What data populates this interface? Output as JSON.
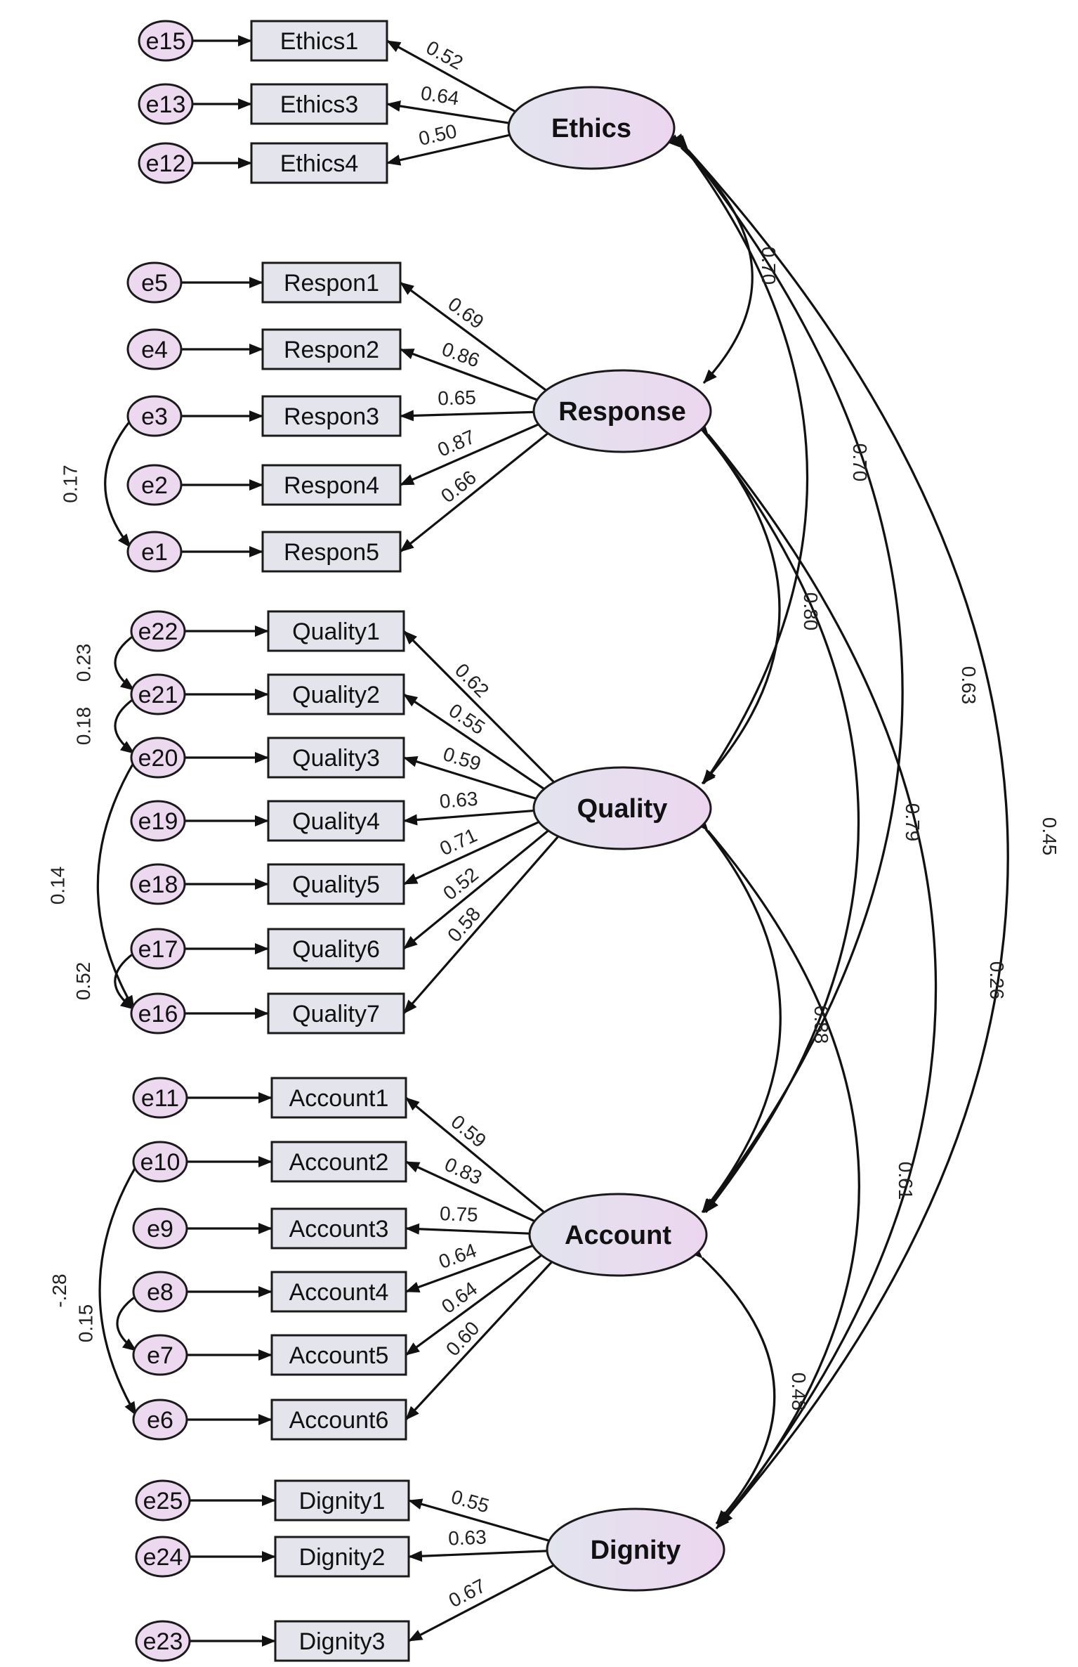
{
  "latents": [
    {
      "id": "Ethics",
      "label": "Ethics"
    },
    {
      "id": "Response",
      "label": "Response"
    },
    {
      "id": "Quality",
      "label": "Quality"
    },
    {
      "id": "Account",
      "label": "Account"
    },
    {
      "id": "Dignity",
      "label": "Dignity"
    }
  ],
  "indicators": [
    {
      "label": "Ethics1",
      "error": "e15",
      "factor": "Ethics",
      "loading": "0.52"
    },
    {
      "label": "Ethics3",
      "error": "e13",
      "factor": "Ethics",
      "loading": "0.64"
    },
    {
      "label": "Ethics4",
      "error": "e12",
      "factor": "Ethics",
      "loading": "0.50"
    },
    {
      "label": "Respon1",
      "error": "e5",
      "factor": "Response",
      "loading": "0.69"
    },
    {
      "label": "Respon2",
      "error": "e4",
      "factor": "Response",
      "loading": "0.86"
    },
    {
      "label": "Respon3",
      "error": "e3",
      "factor": "Response",
      "loading": "0.65"
    },
    {
      "label": "Respon4",
      "error": "e2",
      "factor": "Response",
      "loading": "0.87"
    },
    {
      "label": "Respon5",
      "error": "e1",
      "factor": "Response",
      "loading": "0.66"
    },
    {
      "label": "Quality1",
      "error": "e22",
      "factor": "Quality",
      "loading": "0.62"
    },
    {
      "label": "Quality2",
      "error": "e21",
      "factor": "Quality",
      "loading": "0.55"
    },
    {
      "label": "Quality3",
      "error": "e20",
      "factor": "Quality",
      "loading": "0.59"
    },
    {
      "label": "Quality4",
      "error": "e19",
      "factor": "Quality",
      "loading": "0.63"
    },
    {
      "label": "Quality5",
      "error": "e18",
      "factor": "Quality",
      "loading": "0.71"
    },
    {
      "label": "Quality6",
      "error": "e17",
      "factor": "Quality",
      "loading": "0.52"
    },
    {
      "label": "Quality7",
      "error": "e16",
      "factor": "Quality",
      "loading": "0.58"
    },
    {
      "label": "Account1",
      "error": "e11",
      "factor": "Account",
      "loading": "0.59"
    },
    {
      "label": "Account2",
      "error": "e10",
      "factor": "Account",
      "loading": "0.83"
    },
    {
      "label": "Account3",
      "error": "e9",
      "factor": "Account",
      "loading": "0.75"
    },
    {
      "label": "Account4",
      "error": "e8",
      "factor": "Account",
      "loading": "0.64"
    },
    {
      "label": "Account5",
      "error": "e7",
      "factor": "Account",
      "loading": "0.64"
    },
    {
      "label": "Account6",
      "error": "e6",
      "factor": "Account",
      "loading": "0.60"
    },
    {
      "label": "Dignity1",
      "error": "e25",
      "factor": "Dignity",
      "loading": "0.55"
    },
    {
      "label": "Dignity2",
      "error": "e24",
      "factor": "Dignity",
      "loading": "0.63"
    },
    {
      "label": "Dignity3",
      "error": "e23",
      "factor": "Dignity",
      "loading": "0.67"
    }
  ],
  "latent_covariances": [
    {
      "from": "Ethics",
      "to": "Response",
      "value": "0.70"
    },
    {
      "from": "Ethics",
      "to": "Quality",
      "value": "0.70"
    },
    {
      "from": "Ethics",
      "to": "Account",
      "value": "0.63"
    },
    {
      "from": "Ethics",
      "to": "Dignity",
      "value": "0.45"
    },
    {
      "from": "Response",
      "to": "Quality",
      "value": "0.80"
    },
    {
      "from": "Response",
      "to": "Account",
      "value": "0.79"
    },
    {
      "from": "Response",
      "to": "Dignity",
      "value": "0.26"
    },
    {
      "from": "Quality",
      "to": "Account",
      "value": "0.88"
    },
    {
      "from": "Quality",
      "to": "Dignity",
      "value": "0.61"
    },
    {
      "from": "Account",
      "to": "Dignity",
      "value": "0.48"
    }
  ],
  "error_covariances": [
    {
      "from": "e3",
      "to": "e1",
      "value": "0.17"
    },
    {
      "from": "e22",
      "to": "e21",
      "value": "0.23"
    },
    {
      "from": "e21",
      "to": "e20",
      "value": "0.18"
    },
    {
      "from": "e20",
      "to": "e16",
      "value": "0.14"
    },
    {
      "from": "e17",
      "to": "e16",
      "value": "0.52"
    },
    {
      "from": "e10",
      "to": "e6",
      "value": "-.28"
    },
    {
      "from": "e8",
      "to": "e7",
      "value": "0.15"
    }
  ],
  "colors": {
    "latent_fill_left": "#e2e4ee",
    "latent_fill_right": "#ecd6ef",
    "error_fill": "#ecd9f0",
    "indicator_fill": "#e4e4ec",
    "stroke": "#1a1a1a"
  }
}
